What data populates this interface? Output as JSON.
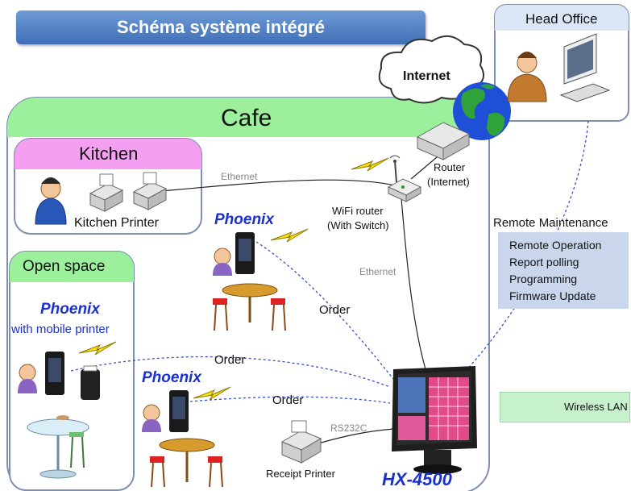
{
  "title": "Schéma système intégré",
  "zones": {
    "head_office": "Head Office",
    "cafe": "Cafe",
    "kitchen": "Kitchen",
    "open_space": "Open space"
  },
  "labels": {
    "internet": "Internet",
    "router": "Router",
    "router_sub": "(Internet)",
    "wifi_router": "WiFi router",
    "wifi_router_sub": "(With Switch)",
    "ethernet_top": "Ethernet",
    "ethernet_mid": "Ethernet",
    "kitchen_printer": "Kitchen Printer",
    "phoenix_1": "Phoenix",
    "phoenix_2": "Phoenix",
    "phoenix_2_sub": "with mobile printer",
    "phoenix_3": "Phoenix",
    "order_1": "Order",
    "order_2": "Order",
    "order_3": "Order",
    "rs232c": "RS232C",
    "receipt_printer": "Receipt Printer",
    "hx4500": "HX-4500"
  },
  "remote_maintenance": {
    "title": "Remote Maintenance",
    "items": [
      "Remote Operation",
      "Report polling",
      "Programming",
      "Firmware Update"
    ]
  },
  "legend": {
    "wireless": "Wireless LAN"
  }
}
